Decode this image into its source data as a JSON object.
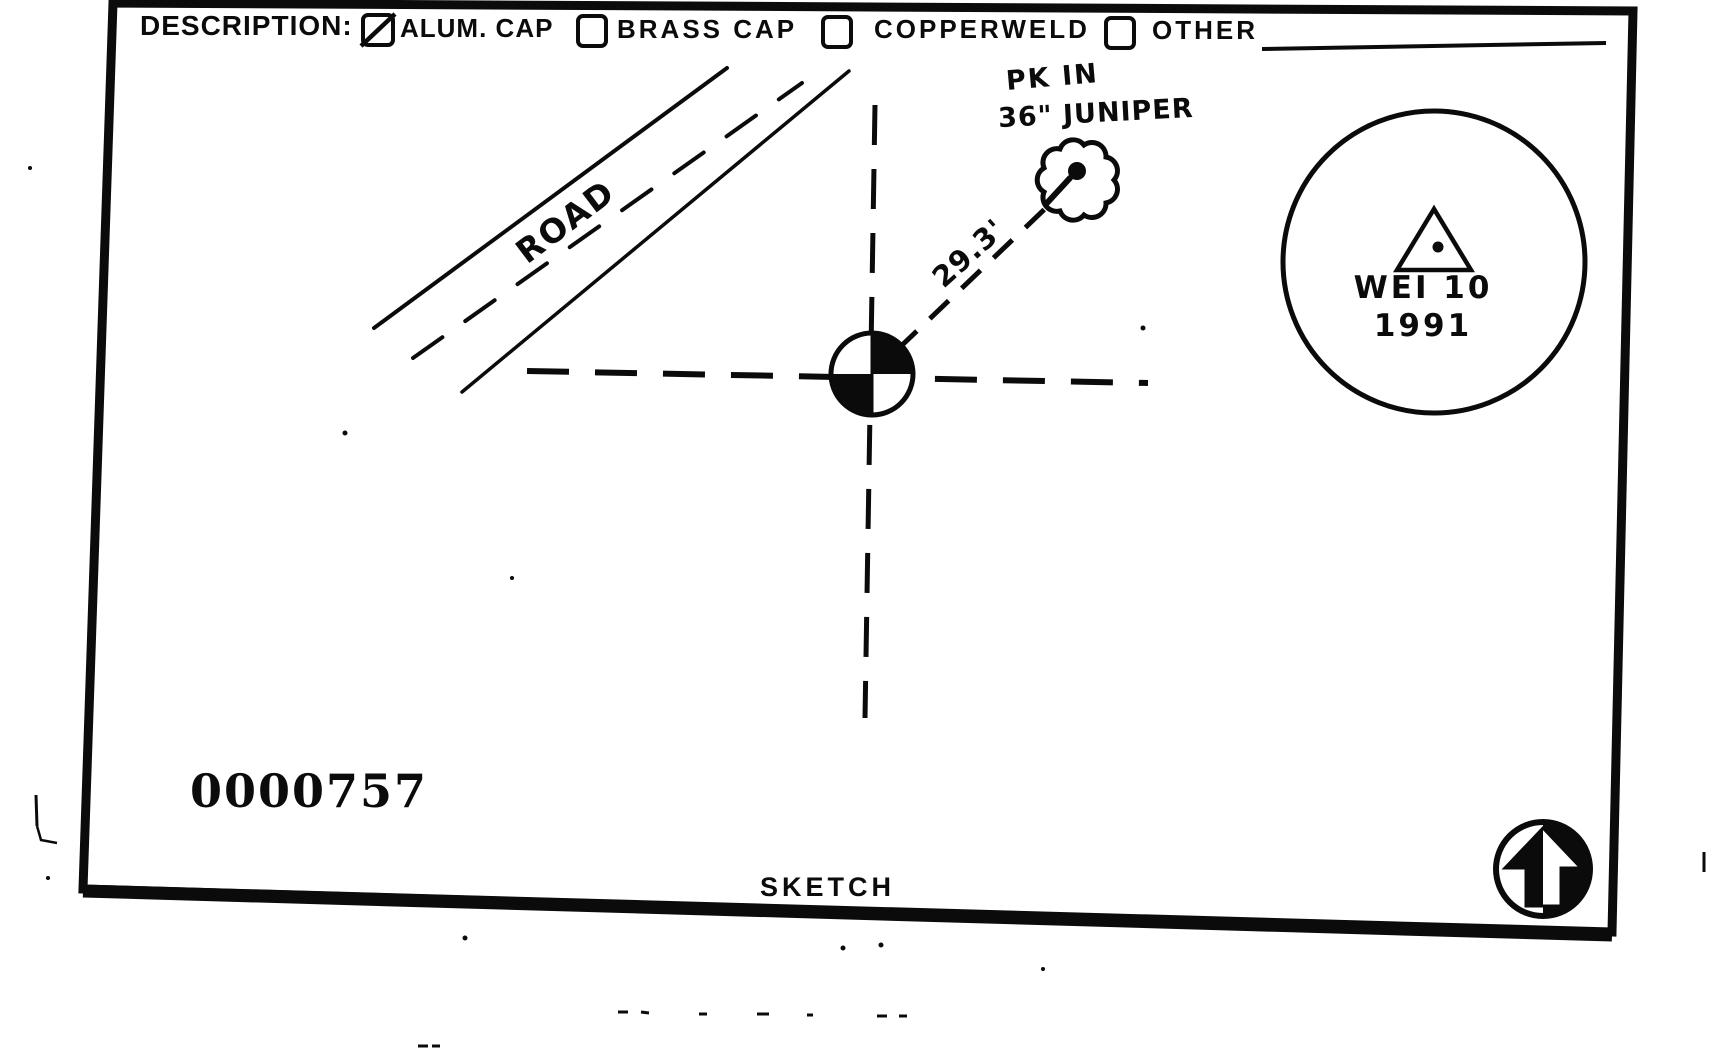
{
  "header": {
    "description_label": "DESCRIPTION:",
    "options": [
      {
        "label": "ALUM. CAP",
        "checked": true
      },
      {
        "label": "BRASS CAP",
        "checked": false
      },
      {
        "label": "COPPERWELD",
        "checked": false
      },
      {
        "label": "OTHER",
        "checked": false
      }
    ],
    "other_value": ""
  },
  "sketch": {
    "road_label": "ROAD",
    "pk_label": "PK IN",
    "tree_label": "36\" JUNIPER",
    "distance_label": "29.3'",
    "seal": {
      "line1": "WEI 10",
      "line2": "1991"
    },
    "footer_label": "SKETCH"
  },
  "stamp": {
    "number": "0000757"
  },
  "icons": {
    "north_arrow": "north-arrow-in-circle",
    "monument": "quartered-circle-monument-symbol",
    "tree": "cloud-tree-with-pk-nail",
    "seal_symbol": "triangle-with-center-dot"
  },
  "colors": {
    "ink": "#0b0b0b",
    "paper": "#ffffff"
  }
}
